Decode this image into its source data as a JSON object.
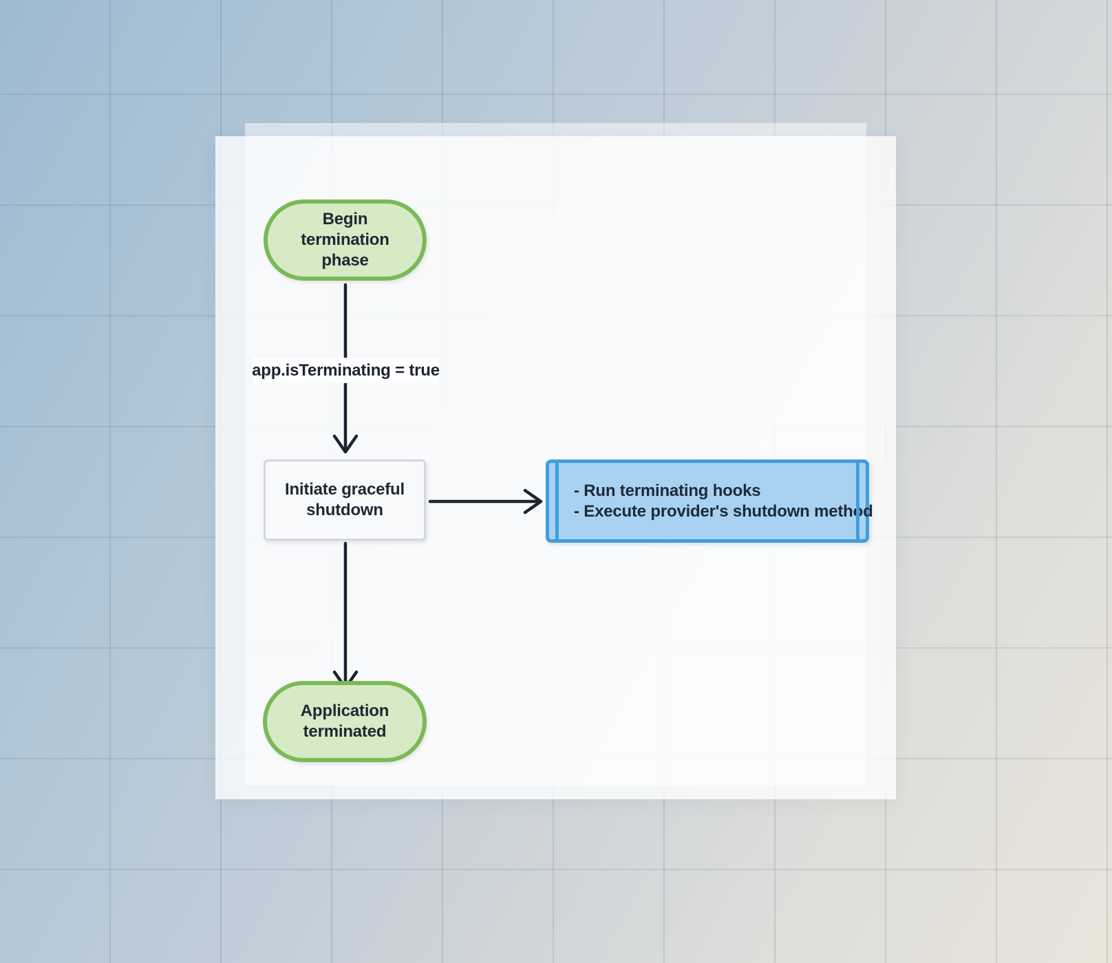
{
  "colors": {
    "background_top_left": "#9dbad3",
    "background_bottom_right": "#e9e4da",
    "grid_line": "rgba(55,88,120,0.15)",
    "panel_white": "#ffffff",
    "stadium_border": "#7cb956",
    "stadium_fill": "#d6eac5",
    "rect_border": "#d5d7db",
    "rect_fill": "#f8f9fa",
    "subroutine_border": "#3f9edd",
    "subroutine_fill": "#a9d2f2",
    "arrow": "#1c2433",
    "text": "#1f2733",
    "edge_label_bg": "#ffffff"
  },
  "diagram": {
    "type": "flowchart",
    "nodes": [
      {
        "id": "begin",
        "shape": "stadium",
        "label": "Begin termination phase"
      },
      {
        "id": "shutdown",
        "shape": "rectangle",
        "label": "Initiate graceful shutdown"
      },
      {
        "id": "hooks",
        "shape": "subroutine",
        "lines": [
          "- Run terminating hooks",
          "- Execute provider's shutdown method"
        ]
      },
      {
        "id": "terminated",
        "shape": "stadium",
        "label": "Application terminated"
      }
    ],
    "edges": [
      {
        "from": "begin",
        "to": "shutdown",
        "label": "app.isTerminating = true"
      },
      {
        "from": "shutdown",
        "to": "hooks",
        "label": ""
      },
      {
        "from": "shutdown",
        "to": "terminated",
        "label": ""
      }
    ]
  }
}
